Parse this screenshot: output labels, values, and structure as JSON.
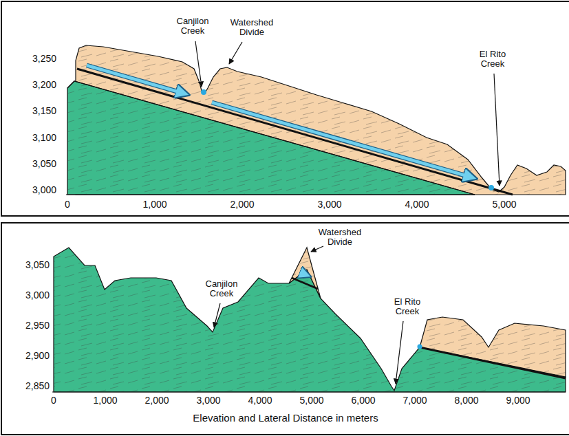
{
  "diagram": {
    "labels": [
      "3,250",
      "3,200",
      "3,150",
      "3,100",
      "3,050",
      "3,000",
      "0",
      "1,000",
      "2,000",
      "3,000",
      "4,000",
      "5,000",
      "Canjilon Creek",
      "Watershed Divide",
      "El Rito Creek",
      "3,050",
      "3,000",
      "2,950",
      "2,900",
      "2,850",
      "0",
      "1,000",
      "2,000",
      "3,000",
      "4,000",
      "5,000",
      "6,000",
      "7,000",
      "8,000",
      "9,000",
      "Canjilon Creek",
      "Watershed Divide",
      "El Rito Creek",
      "Elevation and Lateral Distance in meters"
    ]
  }
}
